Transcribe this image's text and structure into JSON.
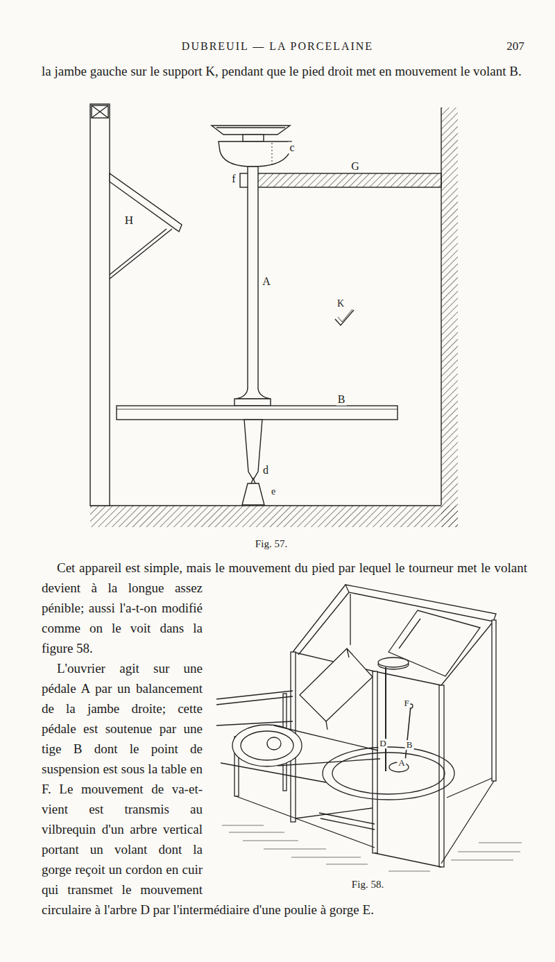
{
  "diagram": {
    "title": "DUBREUIL — LA PORCELAINE",
    "labels": [
      "207",
      "la jambe gauche sur le support K, pendant que le pied droit met en mouvement le volant B.",
      "H",
      "c",
      "f",
      "G",
      "A",
      "K",
      "B",
      "d",
      "e",
      "Fig. 57.",
      "Cet appareil est simple, mais le mouvement du pied par lequel le tourneur met le volant devient à la longue assez pénible; aussi l'a-t-on modifié comme on le voit dans la figure 58.",
      "L'ouvrier agit sur une pédale A par un balancement de la jambe droite; cette pédale est soutenue par une tige B dont le point de suspension est sous la table en F. Le mouvement de va-et-vient est transmis au vilbrequin d'un arbre vertical portant un volant dont la gorge reçoit un cordon en cuir qui transmet le mouvement circulaire à l'arbre D par l'intermédiaire d'une poulie à gorge E.",
      "F",
      "D",
      "B",
      "A",
      "Fig. 58."
    ]
  }
}
